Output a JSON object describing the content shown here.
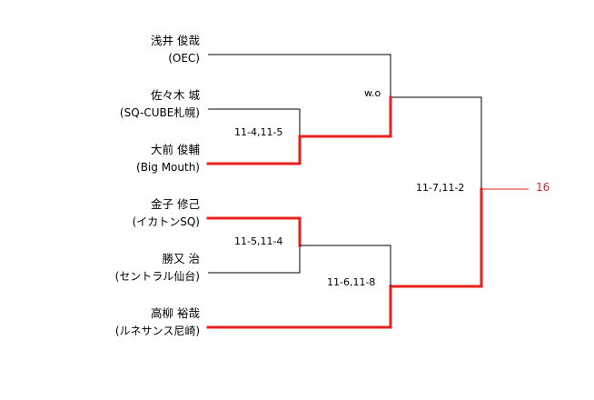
{
  "players": [
    {
      "name": "浅井 俊哉",
      "club": "(OEC)"
    },
    {
      "name": "佐々木 城",
      "club": "(SQ-CUBE札幌)"
    },
    {
      "name": "大前 俊輔",
      "club": "(Big Mouth)"
    },
    {
      "name": "金子 修己",
      "club": "(イカトンSQ)"
    },
    {
      "name": "勝又 治",
      "club": "(セントラル仙台)"
    },
    {
      "name": "高柳 裕哉",
      "club": "(ルネサンス尼崎)"
    }
  ],
  "scores": {
    "r1_top": "11-4,11-5",
    "r1_bottom": "11-5,11-4",
    "sf_top": "w.o",
    "sf_bottom": "11-6,11-8",
    "final": "11-7,11-2"
  },
  "result": "16",
  "colors": {
    "winner_line": "#e8201e",
    "line": "#000000",
    "result_text": "#e8201e"
  }
}
